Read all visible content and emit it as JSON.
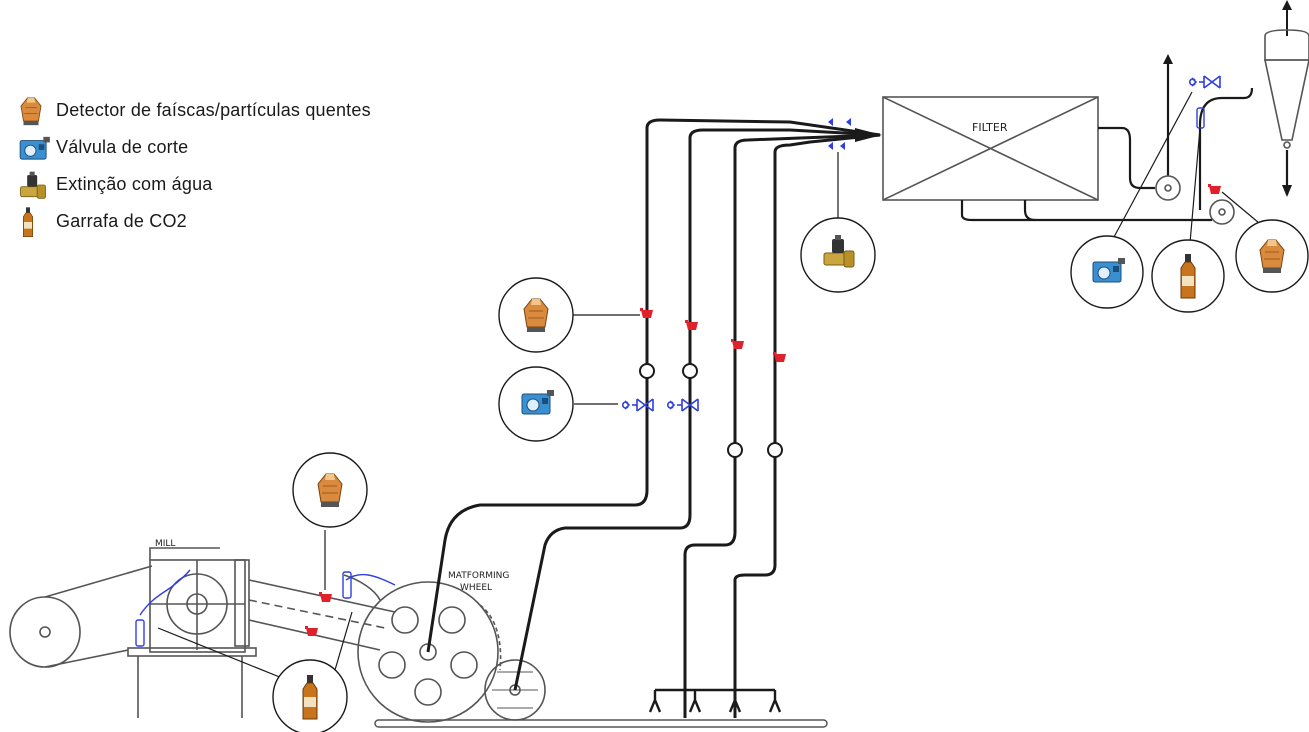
{
  "legend": {
    "items": [
      {
        "icon": "spark-detector-icon",
        "label": "Detector de faíscas/partículas quentes"
      },
      {
        "icon": "shutoff-valve-icon",
        "label": "Válvula de corte"
      },
      {
        "icon": "water-extinguishing-icon",
        "label": "Extinção com água"
      },
      {
        "icon": "co2-bottle-icon",
        "label": "Garrafa de CO2"
      }
    ]
  },
  "labels": {
    "filter": "FILTER",
    "mill": "MILL",
    "matforming_line1": "MATFORMING",
    "matforming_line2": "WHEEL"
  },
  "colors": {
    "pipe": "#1a1a1a",
    "detector_red": "#e0202a",
    "valve_blue": "#2f3fe0",
    "detector_orange": "#d98a3c",
    "bottle_amber": "#c8741c",
    "valve_icon_blue": "#3a8fd0",
    "water_gold": "#c9a640"
  }
}
